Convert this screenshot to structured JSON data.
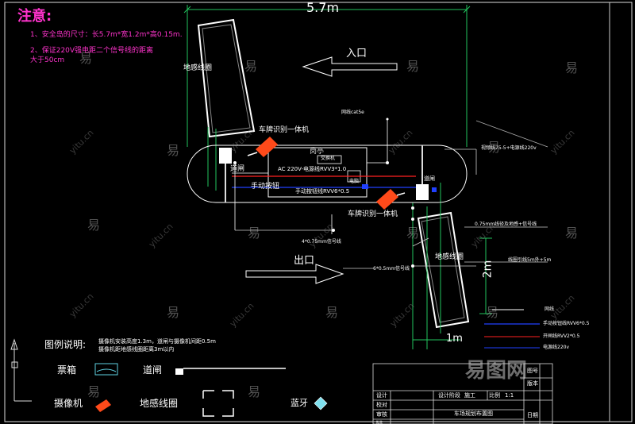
{
  "notes": {
    "title": "注意:",
    "item1": "1、安全岛的尺寸：长5.7m*宽1.2m*高0.15m.",
    "item2_line1": "2、保证220V强电距二个信号线的距离",
    "item2_line2": "大于50cm"
  },
  "dimensions": {
    "length": "5.7m",
    "width": "2m",
    "small": "1m"
  },
  "labels": {
    "entrance": "入口",
    "exit": "出口",
    "loop_top": "地感线圈",
    "loop_bottom": "地感线圈",
    "camera_top": "车牌识别一体机",
    "camera_bottom": "车牌识别一体机",
    "barrier_top": "道闸",
    "barrier_bottom": "道闸",
    "manual_btn": "手动按钮",
    "kiosk": "岗亭",
    "ac_cable": "AC 220V-电源线RVV3*1.0",
    "manual_cable": "手动按钮线RVV6*0.5",
    "network_top": "网线cat5e",
    "power_right": "视频线75-5+电源线220v",
    "cable_left": "4*0.75mm信号线",
    "cable_6": "6*0.5mm信号线",
    "cable_right1": "0.75mm线径及地感+信号线",
    "cable_right2": "线圈引线5m外+5m",
    "switch": "交换机",
    "pc": "电脑"
  },
  "legend_lines": {
    "network": "网线",
    "manual": "手动按钮线RVV6*0.5",
    "barrier": "开闸线RVV2*0.5",
    "power": "电源线220v"
  },
  "legend": {
    "title": "图例说明:",
    "note1": "摄像机安装高度1.3m，道闸与摄像机间距0.5m",
    "note2": "摄像机距地感线圈距离3m以内",
    "ticket": "票箱",
    "barrier": "道闸",
    "camera": "摄像机",
    "loop": "地感线圈",
    "bluetooth": "蓝牙"
  },
  "title_block": {
    "design": "设计",
    "check": "校对",
    "review": "审核",
    "approve": "批准",
    "stage": "设计阶段",
    "stage_val": "施工",
    "scale_lbl": "比例",
    "scale_val": "1:1",
    "drawing_name": "车场规划布置图",
    "row_a": "图号",
    "row_b": "版本",
    "row_c": "日期"
  },
  "watermark": {
    "brand": "易图网",
    "small": "易",
    "site": "yitu.cn"
  },
  "colors": {
    "note": "#ff33cc",
    "green": "#22c55e",
    "red": "#ff2020",
    "blue": "#2040ff",
    "camera": "#ff4a1a"
  }
}
